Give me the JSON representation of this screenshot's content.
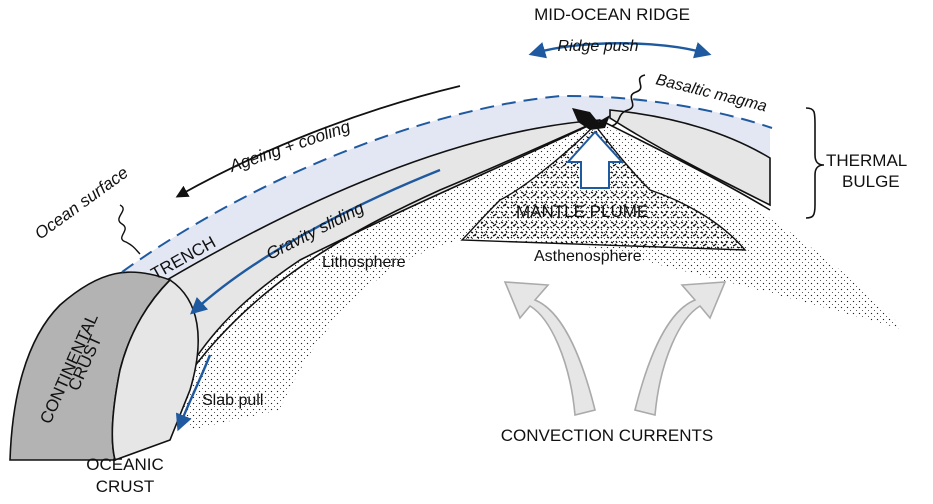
{
  "labels": {
    "mid_ocean_ridge": "MID-OCEAN RIDGE",
    "ridge_push": "Ridge push",
    "basaltic_magma": "Basaltic magma",
    "ageing_cooling": "Ageing + cooling",
    "ocean_surface": "Ocean surface",
    "thermal": "THERMAL",
    "bulge": "BULGE",
    "trench": "TRENCH",
    "gravity_sliding": "Gravity sliding",
    "mantle_plume": "MANTLE PLUME",
    "lithosphere": "Lithosphere",
    "asthenosphere": "Asthenosphere",
    "continental": "CONTINENTAL",
    "crust": "CRUST",
    "slab_pull": "Slab pull",
    "convection_currents": "CONVECTION CURRENTS",
    "oceanic": "OCEANIC",
    "oceanic_crust_2": "CRUST"
  },
  "colors": {
    "arrow_blue": "#1f5aa0",
    "ocean_fill": "#e3e6f3",
    "crust_fill": "#e6e6e6",
    "continental_fill": "#b3b3b3",
    "convection_fill": "#e6e6e6"
  }
}
